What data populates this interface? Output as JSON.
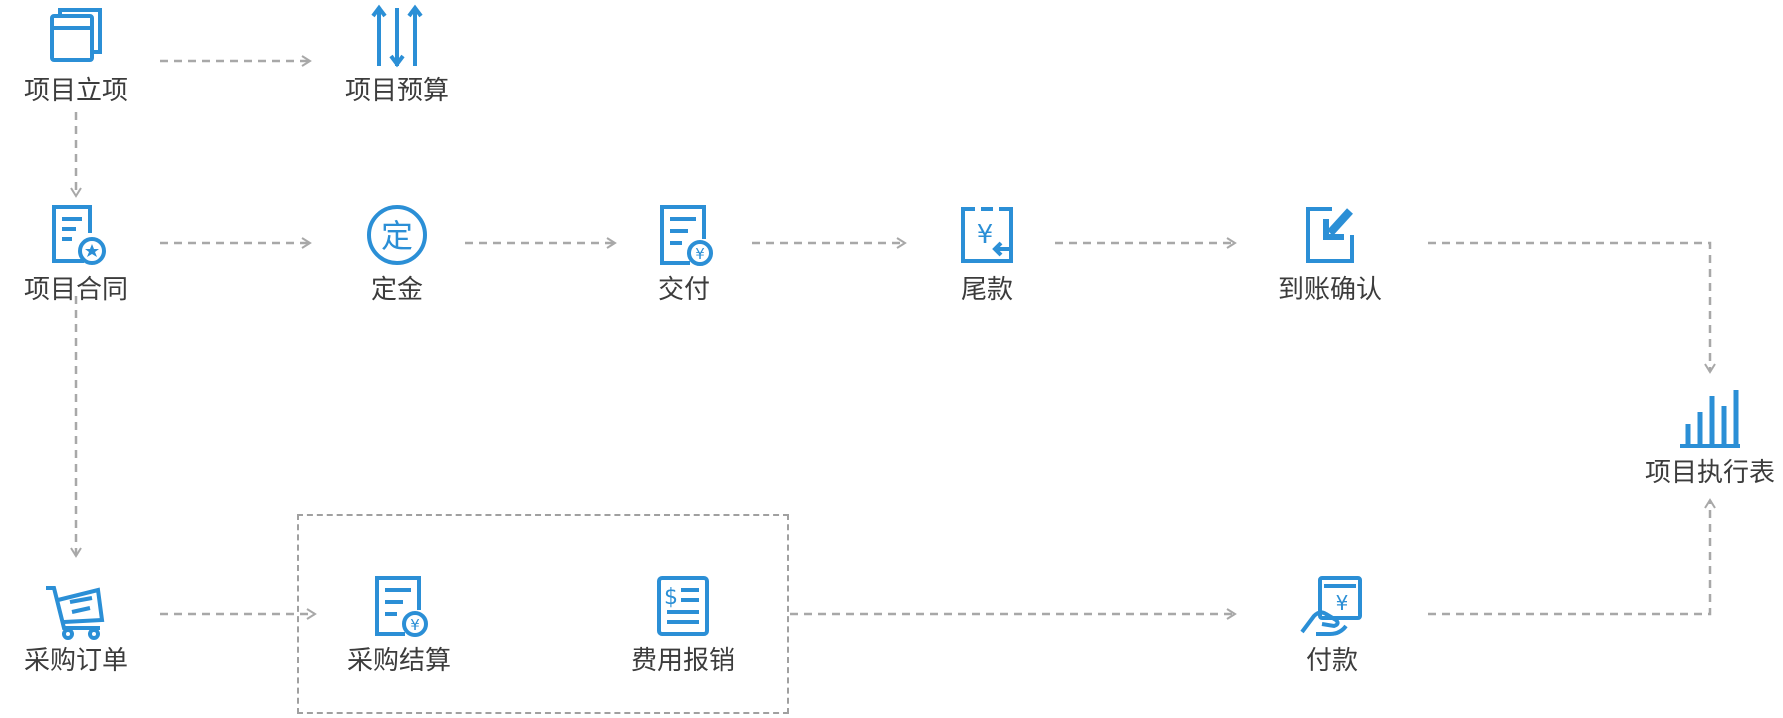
{
  "diagram": {
    "accent_color": "#2b8fd6",
    "connector_color": "#a8a8a8",
    "nodes": {
      "project_setup": {
        "label": "项目立项",
        "icon": "browser-window-icon"
      },
      "project_budget": {
        "label": "项目预算",
        "icon": "sliders-icon"
      },
      "project_contract": {
        "label": "项目合同",
        "icon": "contract-icon"
      },
      "deposit": {
        "label": "定金",
        "icon": "deposit-icon"
      },
      "delivery": {
        "label": "交付",
        "icon": "document-yen-icon"
      },
      "final_payment": {
        "label": "尾款",
        "icon": "clipboard-yen-icon"
      },
      "receipt_confirm": {
        "label": "到账确认",
        "icon": "arrow-in-box-icon"
      },
      "execution_report": {
        "label": "项目执行表",
        "icon": "bar-chart-icon"
      },
      "purchase_order": {
        "label": "采购订单",
        "icon": "cart-icon"
      },
      "purchase_settlement": {
        "label": "采购结算",
        "icon": "document-yen-icon"
      },
      "expense_reimburse": {
        "label": "费用报销",
        "icon": "dollar-sheet-icon"
      },
      "payment": {
        "label": "付款",
        "icon": "hand-yen-icon"
      }
    }
  }
}
